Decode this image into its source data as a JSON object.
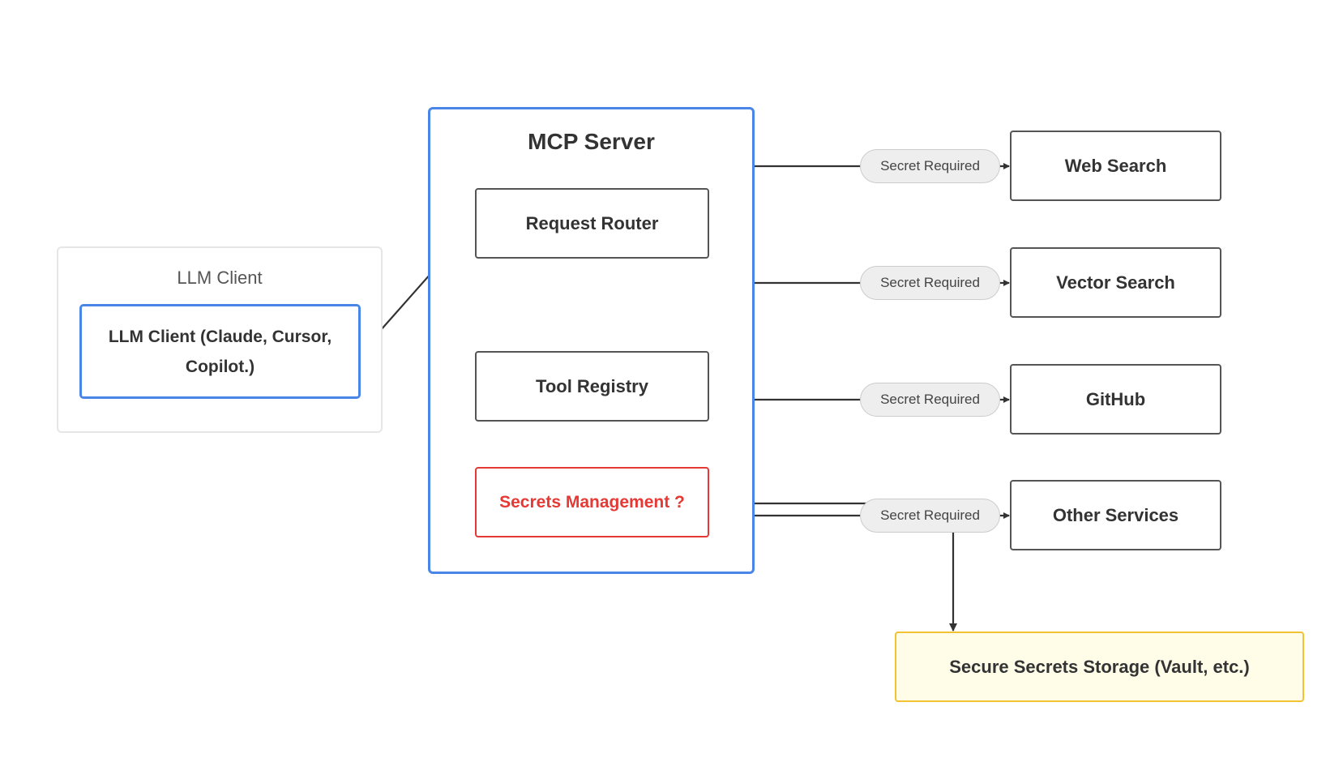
{
  "groups": {
    "llm_client": {
      "title": "LLM Client"
    },
    "mcp_server": {
      "title": "MCP Server"
    }
  },
  "nodes": {
    "llm_client": "LLM Client (Claude, Cursor, Copilot.)",
    "request_router": "Request Router",
    "tool_registry": "Tool Registry",
    "secrets_management": "Secrets Management ?",
    "web_search": "Web Search",
    "vector_search": "Vector Search",
    "github": "GitHub",
    "other_services": "Other Services",
    "secure_storage": "Secure Secrets Storage (Vault, etc.)"
  },
  "edge_labels": {
    "web_search": "Secret Required",
    "vector_search": "Secret Required",
    "github": "Secret Required",
    "other_services": "Secret Required"
  },
  "colors": {
    "group_border": "#4a86e8",
    "alert": "#e53935",
    "storage_border": "#f1c232",
    "storage_fill": "#fffde8",
    "edge": "#333333"
  }
}
